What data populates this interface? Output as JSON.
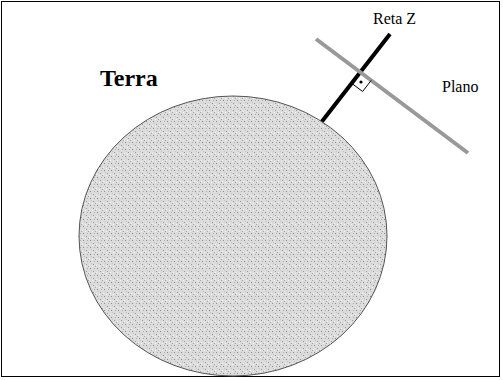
{
  "diagram": {
    "nodes": [
      {
        "text": [
          "Terra"
        ]
      }
    ],
    "labels": [
      "Reta Z",
      "Plano"
    ]
  }
}
